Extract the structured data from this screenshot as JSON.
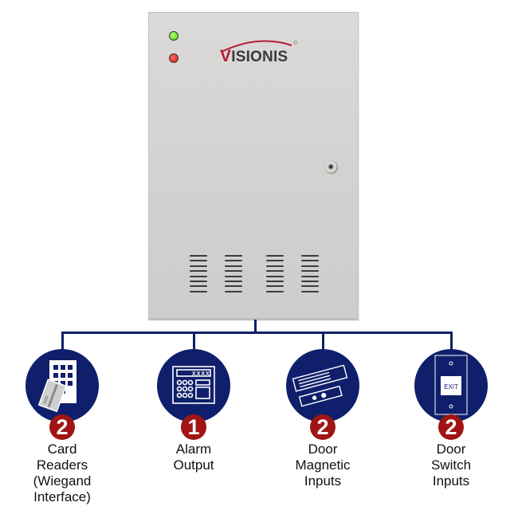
{
  "product": {
    "brand": "VISIONIS",
    "brand_initial": "V",
    "brand_rest": "ISIONIS",
    "registered_mark": "®",
    "leds": [
      {
        "name": "power-led",
        "color": "#49d21a"
      },
      {
        "name": "alarm-led",
        "color": "#d5121a"
      }
    ]
  },
  "colors": {
    "connector_navy": "#0f1f6b",
    "badge_red": "#a01414",
    "brand_red": "#b51c33"
  },
  "nodes": [
    {
      "icon": "card-reader-keypad-icon",
      "count": "2",
      "label_lines": [
        "Card",
        "Readers",
        "(Wiegand",
        "Interface)"
      ]
    },
    {
      "icon": "alarm-panel-icon",
      "count": "1",
      "label_lines": [
        "Alarm",
        "Output"
      ]
    },
    {
      "icon": "magnetic-lock-icon",
      "count": "2",
      "label_lines": [
        "Door",
        "Magnetic",
        "Inputs"
      ]
    },
    {
      "icon": "exit-switch-icon",
      "count": "2",
      "label_lines": [
        "Door",
        "Switch",
        "Inputs"
      ],
      "icon_text": "EXIT"
    }
  ]
}
